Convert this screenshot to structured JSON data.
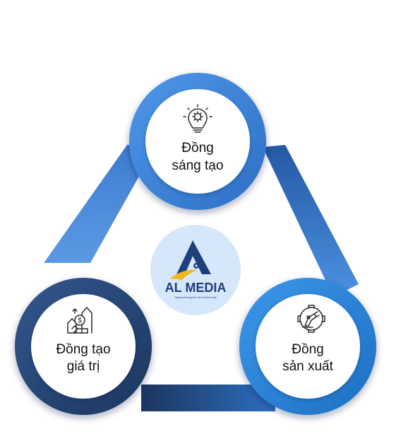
{
  "nodes": {
    "top": {
      "line1": "Đồng",
      "line2": "sáng tạo",
      "icon": "lightbulb-gear-icon"
    },
    "left": {
      "line1": "Đồng tạo",
      "line2": "giá trị",
      "icon": "money-growth-house-icon"
    },
    "right": {
      "line1": "Đồng",
      "line2": "sản xuất",
      "icon": "robot-arm-gear-icon"
    }
  },
  "logo": {
    "name": "AL MEDIA",
    "tagline": "Sáng tạo thương hiệu, kết nối thành công"
  },
  "colors": {
    "top_ring": "#3f86dd",
    "left_ring": "#27497a",
    "right_ring": "#2c86da",
    "band_light": "#4d90df",
    "band_dark": "#1d3a66",
    "logo_bg": "#d6e7fb",
    "logo_navy": "#1d3f7c",
    "logo_yellow": "#f2b61f"
  }
}
